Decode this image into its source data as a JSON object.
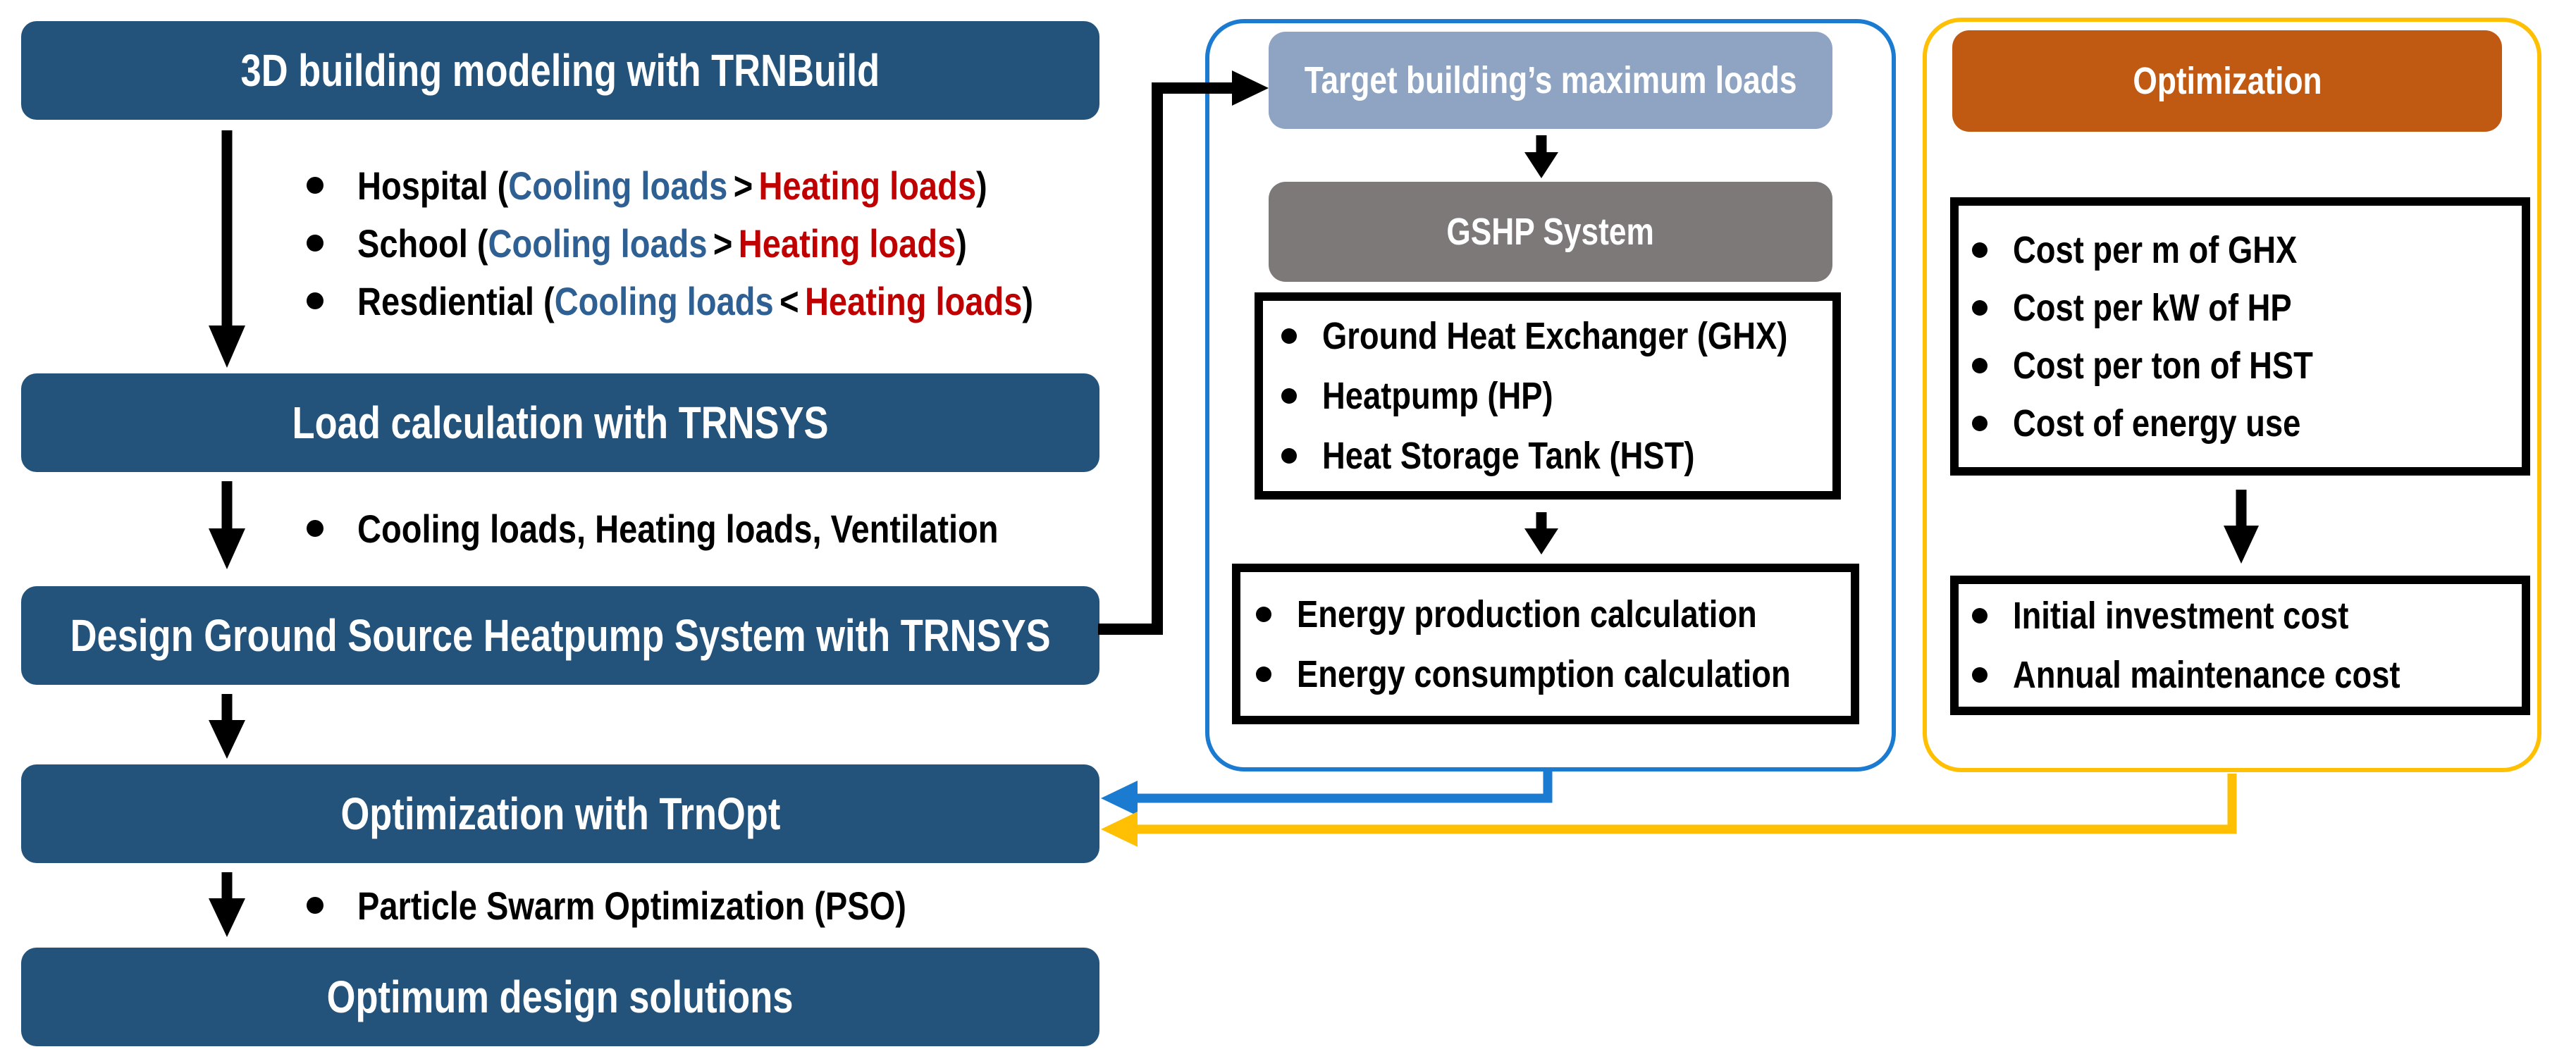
{
  "page": {
    "background": "#FFFFFF"
  },
  "colors": {
    "step_box": "#23527B",
    "target_box": "#8EA4C2",
    "system_box": "#7D7979",
    "optimization_box": "#C05A13",
    "simulation_container_border": "#1B7BD0",
    "simulation_arrow": "#1B7BD0",
    "optimization_container_border": "#FFC003",
    "optimization_arrow": "#FFC003",
    "flow_arrow": "#000000",
    "cooling_text": "#2F6093",
    "heating_text": "#C00000"
  },
  "left": {
    "steps": [
      {
        "label": "3D building modeling with TRNBuild"
      },
      {
        "label": "Load calculation with TRNSYS"
      },
      {
        "label": "Design Ground Source Heatpump System with TRNSYS"
      },
      {
        "label": "Optimization with TrnOpt"
      },
      {
        "label": "Optimum design solutions"
      }
    ],
    "building_bullets": [
      {
        "pre": "Hospital (",
        "cooling": "Cooling loads",
        "comparator": ">",
        "heating": "Heating loads",
        "post": ")"
      },
      {
        "pre": "School (",
        "cooling": "Cooling loads",
        "comparator": ">",
        "heating": "Heating loads",
        "post": ")"
      },
      {
        "pre": "Resdiential (",
        "cooling": "Cooling loads",
        "comparator": "<",
        "heating": "Heating loads",
        "post": ")"
      }
    ],
    "loads_bullet": "Cooling loads, Heating loads, Ventilation",
    "pso_bullet": "Particle Swarm Optimization (PSO)"
  },
  "middle": {
    "header": "Target building’s maximum loads",
    "system": "GSHP System",
    "components": [
      "Ground Heat Exchanger (GHX)",
      "Heatpump (HP)",
      "Heat Storage Tank (HST)"
    ],
    "calculations": [
      "Energy production calculation",
      "Energy consumption calculation"
    ]
  },
  "right": {
    "header": "Optimization",
    "cost_inputs": [
      "Cost per m of GHX",
      "Cost per kW of HP",
      "Cost per ton of HST",
      "Cost of energy use"
    ],
    "cost_outputs": [
      "Initial investment cost",
      "Annual maintenance cost"
    ]
  }
}
